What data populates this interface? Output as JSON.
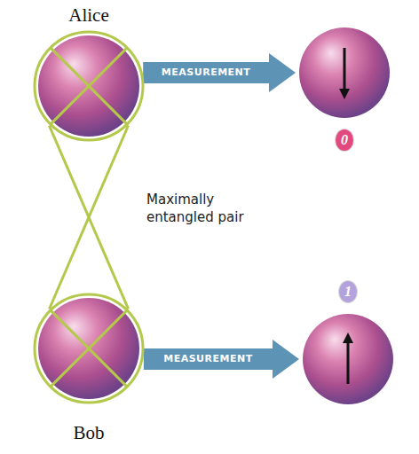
{
  "diagram": {
    "nodes": [
      {
        "text": [
          "Alice"
        ]
      },
      {
        "text": [
          "0"
        ]
      },
      {
        "text": [
          "1"
        ]
      },
      {
        "text": [
          "Bob"
        ]
      }
    ],
    "edges": [
      {
        "from": 0,
        "to": 1,
        "arrow": "to",
        "label": "MEASUREMENT"
      },
      {
        "from": 0,
        "to": 3,
        "arrow": "none",
        "label": "Maximally entangled pair"
      },
      {
        "from": 3,
        "to": 2,
        "arrow": "to",
        "label": "MEASUREMENT"
      }
    ]
  }
}
